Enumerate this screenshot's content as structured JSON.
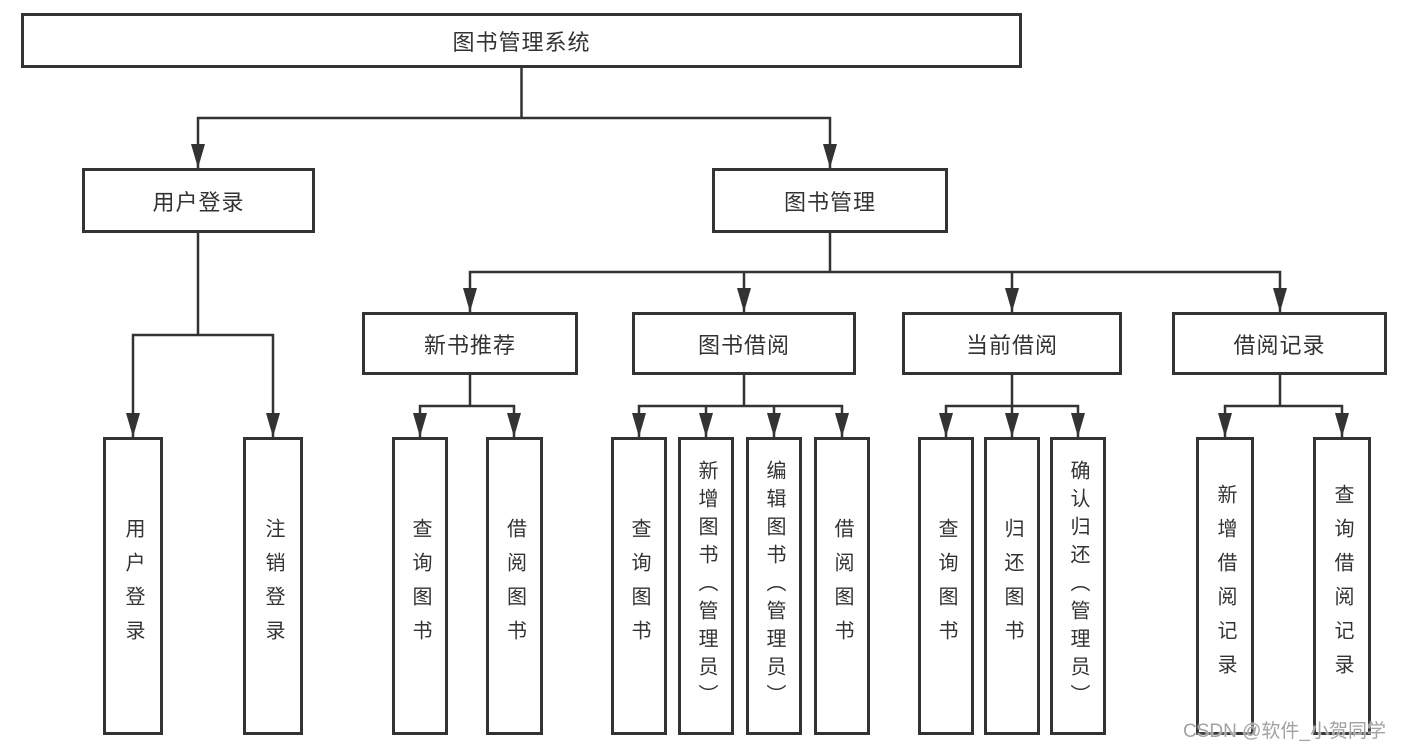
{
  "diagram_title": "图书管理系统",
  "nodes": {
    "root": "图书管理系统",
    "user_login": "用户登录",
    "book_management": "图书管理",
    "new_book_recommend": "新书推荐",
    "book_borrow": "图书借阅",
    "current_borrow": "当前借阅",
    "borrow_records": "借阅记录",
    "user_login_leaf": "用户登录",
    "logout_leaf": "注销登录",
    "query_book_1": "查询图书",
    "borrow_book_1": "借阅图书",
    "query_book_2": "查询图书",
    "add_book_admin": "新增图书（管理员）",
    "edit_book_admin": "编辑图书（管理员）",
    "borrow_book_2": "借阅图书",
    "query_book_3": "查询图书",
    "return_book": "归还图书",
    "confirm_return_admin": "确认归还（管理员）",
    "add_borrow_record": "新增借阅记录",
    "query_borrow_record": "查询借阅记录"
  },
  "hierarchy": {
    "图书管理系统": {
      "用户登录": [
        "用户登录",
        "注销登录"
      ],
      "图书管理": {
        "新书推荐": [
          "查询图书",
          "借阅图书"
        ],
        "图书借阅": [
          "查询图书",
          "新增图书（管理员）",
          "编辑图书（管理员）",
          "借阅图书"
        ],
        "当前借阅": [
          "查询图书",
          "归还图书",
          "确认归还（管理员）"
        ],
        "借阅记录": [
          "新增借阅记录",
          "查询借阅记录"
        ]
      }
    }
  },
  "watermark": {
    "text": "CSDN @软件_小贺同学"
  },
  "colors": {
    "line": "#333333",
    "box_border": "#333333",
    "text": "#333333",
    "background": "#ffffff",
    "watermark": "#a2a2a2"
  }
}
